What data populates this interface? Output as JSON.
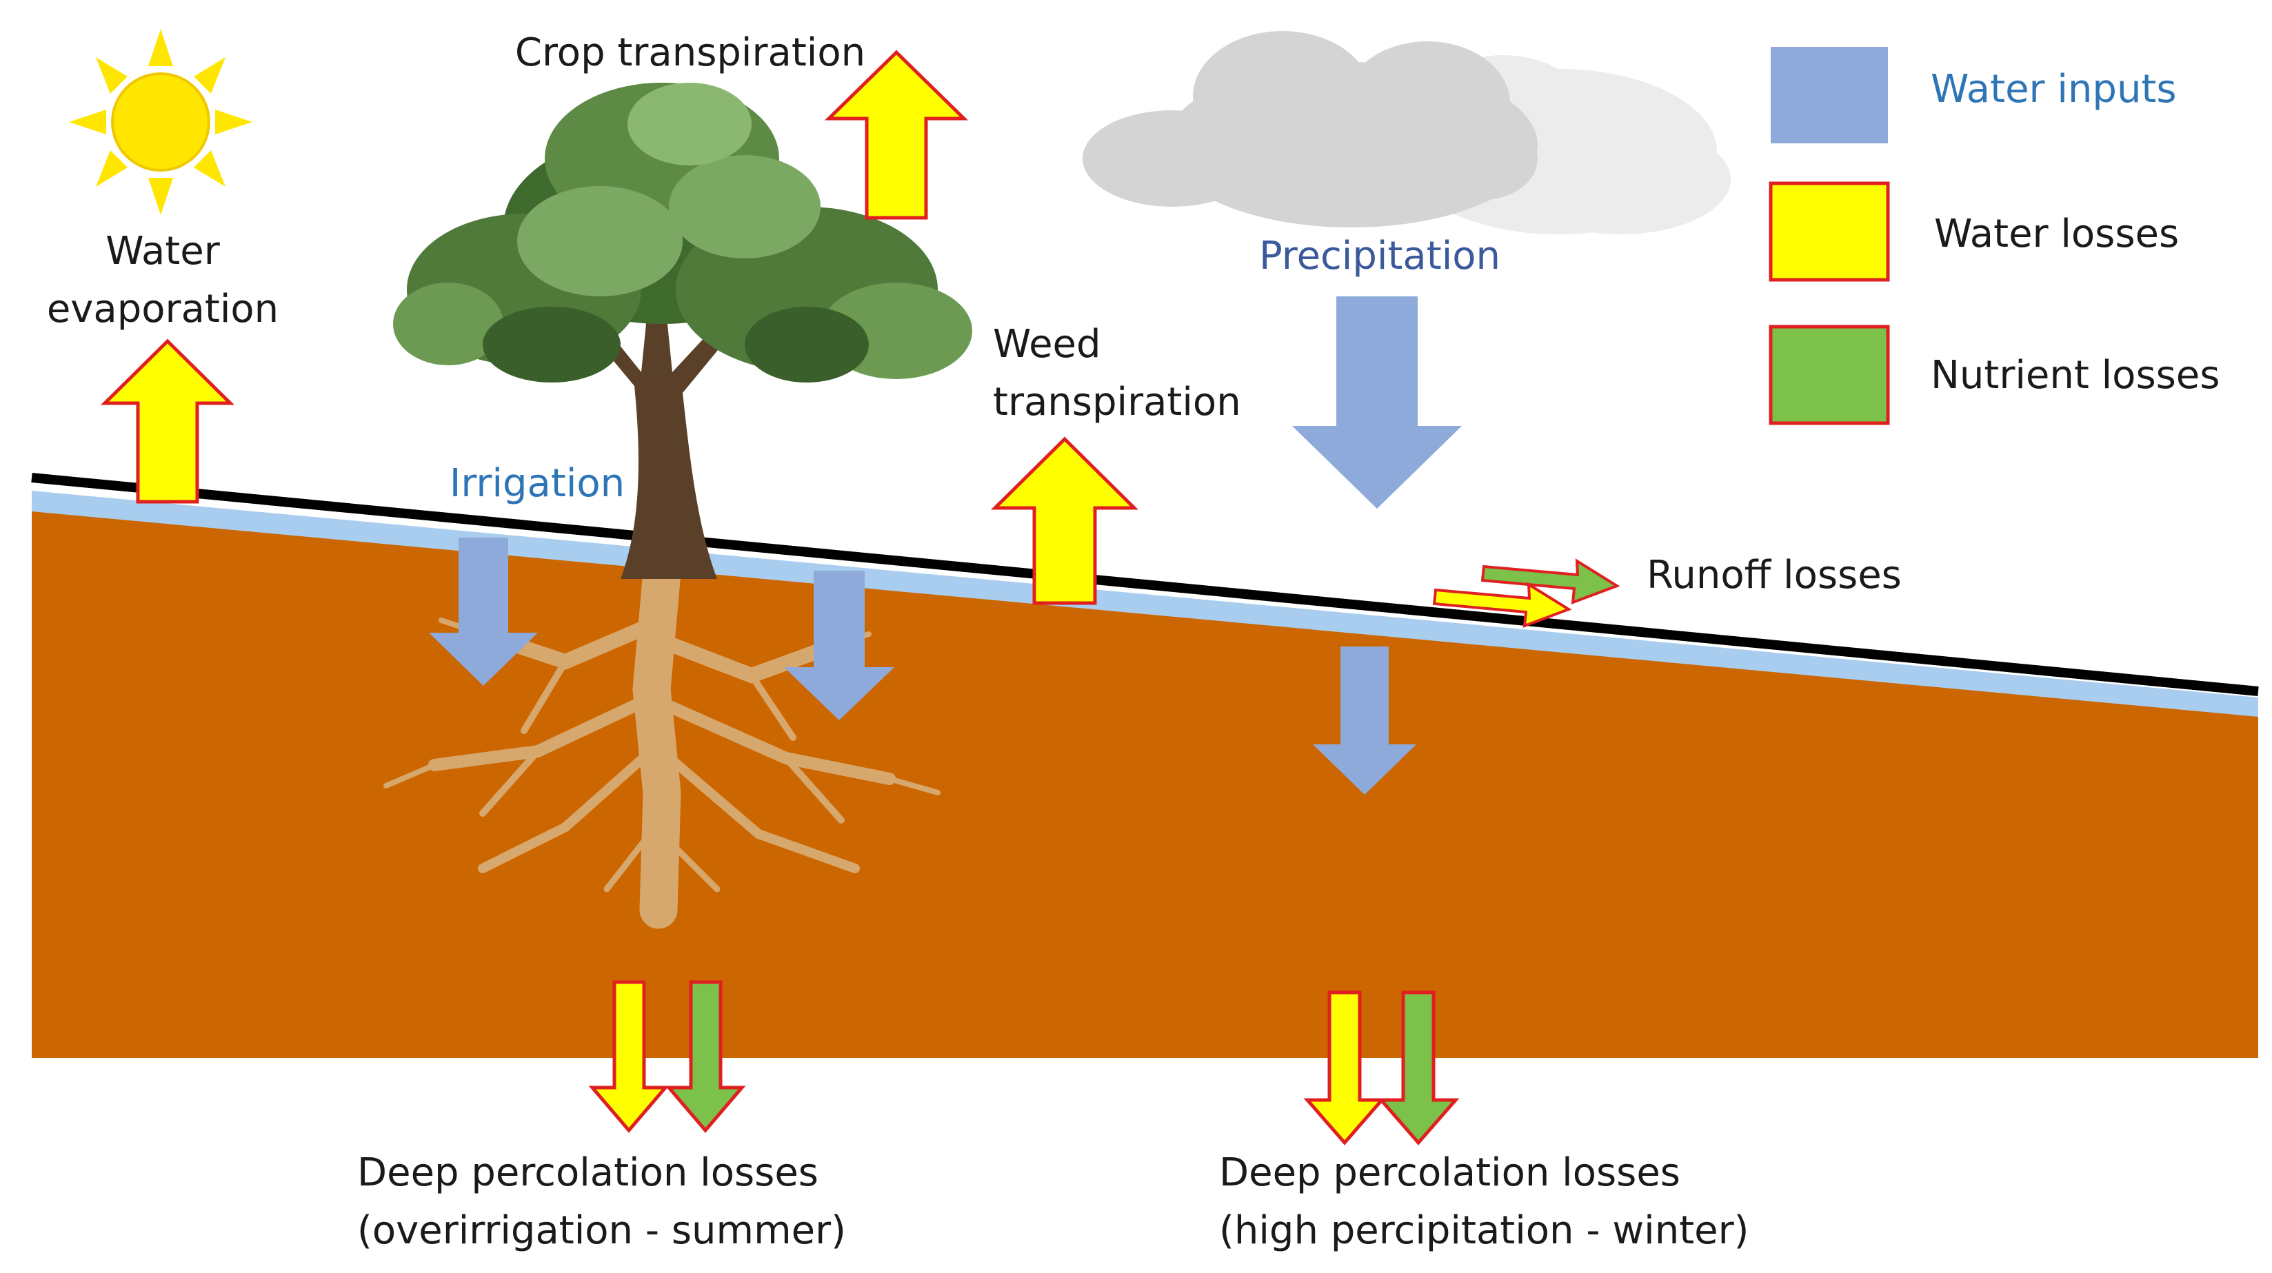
{
  "labels": {
    "evaporation": [
      "Water",
      "evaporation"
    ],
    "crop_transpiration": "Crop transpiration",
    "weed_transpiration": [
      "Weed",
      "transpiration"
    ],
    "precipitation": "Precipitation",
    "irrigation": "Irrigation",
    "runoff": "Runoff losses",
    "deep_summer": [
      "Deep percolation losses",
      "(overirrigation - summer)"
    ],
    "deep_winter": [
      "Deep percolation losses",
      "(high percipitation - winter)"
    ]
  },
  "legend": [
    {
      "label": "Water inputs",
      "color": "#8eaadb"
    },
    {
      "label": "Water losses",
      "color": "#ffff00"
    },
    {
      "label": "Nutrient losses",
      "color": "#7cc24a"
    }
  ],
  "colors": {
    "soil": "#cc6600",
    "water_film": "#a9cdef",
    "ground_line": "#000000",
    "input_arrow": "#8eaadb",
    "loss_arrow": "#ffff00",
    "nutrient_arrow": "#7cc24a",
    "arrow_outline": "#e02020",
    "sun": "#ffe600",
    "cloud": "#d4d4d4",
    "foliage": "#4f7a3a",
    "trunk": "#5a4028",
    "roots": "#d9b07a"
  },
  "icons": {
    "sun": "sun-icon",
    "cloud": "cloud-icon",
    "tree": "tree-icon",
    "roots": "roots-icon"
  }
}
